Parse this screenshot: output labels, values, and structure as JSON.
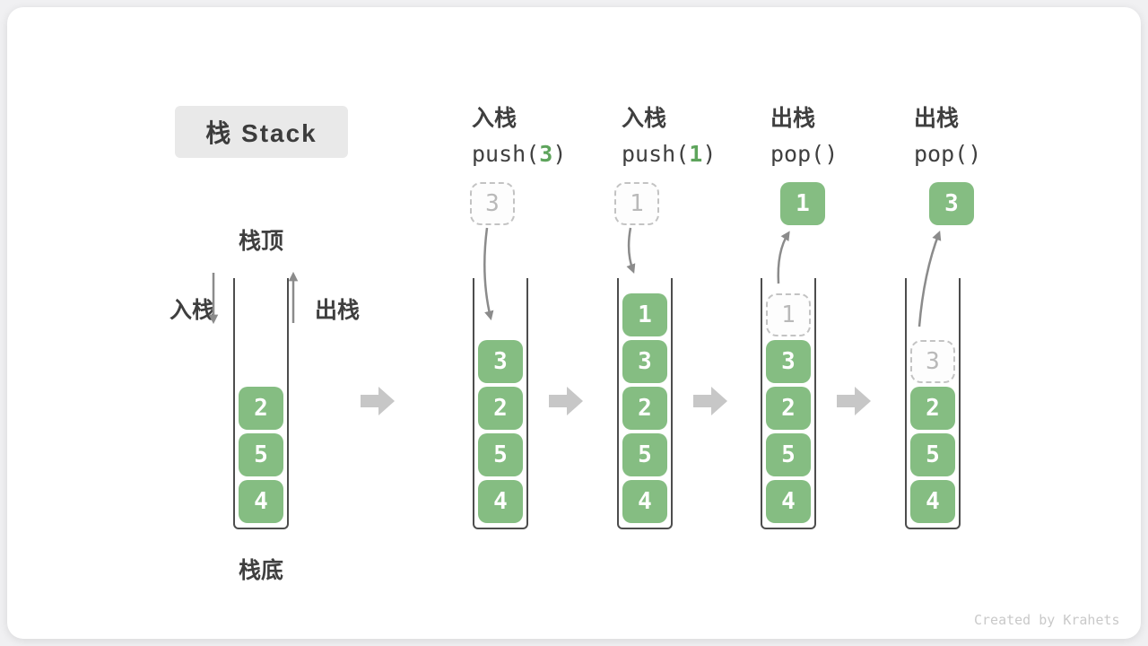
{
  "title": "栈 Stack",
  "labels": {
    "top": "栈顶",
    "bottom": "栈底",
    "push": "入栈",
    "pop": "出栈"
  },
  "operations": [
    {
      "title": "入栈",
      "pre": "push(",
      "arg": "3",
      "post": ")"
    },
    {
      "title": "入栈",
      "pre": "push(",
      "arg": "1",
      "post": ")"
    },
    {
      "title": "出栈",
      "pre": "pop(",
      "arg": "",
      "post": ")"
    },
    {
      "title": "出栈",
      "pre": "pop(",
      "arg": "",
      "post": ")"
    }
  ],
  "stacks": [
    {
      "cells": [
        "2",
        "5",
        "4"
      ]
    },
    {
      "floating": "3",
      "cells": [
        "3",
        "2",
        "5",
        "4"
      ]
    },
    {
      "floating": "1",
      "cells": [
        "1",
        "3",
        "2",
        "5",
        "4"
      ]
    },
    {
      "floating": "1",
      "ghost": "1",
      "cells": [
        "3",
        "2",
        "5",
        "4"
      ]
    },
    {
      "floating": "3",
      "ghost": "3",
      "cells": [
        "2",
        "5",
        "4"
      ]
    }
  ],
  "watermark": "Created by Krahets",
  "colors": {
    "cell_green": "#85bd82",
    "code_arg_green": "#5ea45c",
    "curve_arrow_gray": "#8b8b8b",
    "block_arrow_gray": "#c7c7c7",
    "dashed_border_gray": "#c3c3c3",
    "text_dark": "#3f3f3f",
    "chip_bg": "#e9e9e9"
  }
}
